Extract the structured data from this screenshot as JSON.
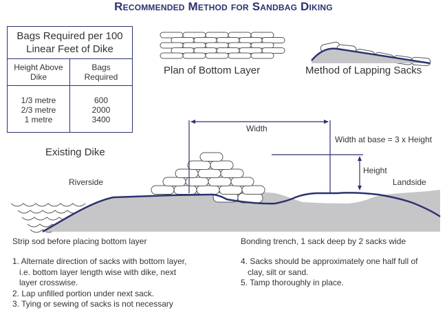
{
  "title": "Recommended Method for Sandbag Diking",
  "table": {
    "caption_line1": "Bags Required per 100",
    "caption_line2": "Linear Feet of Dike",
    "col1_header_line1": "Height Above",
    "col1_header_line2": "Dike",
    "col2_header_line1": "Bags",
    "col2_header_line2": "Required",
    "rows": [
      {
        "height": "1/3 metre",
        "bags": "600"
      },
      {
        "height": "2/3 metre",
        "bags": "2000"
      },
      {
        "height": "1 metre",
        "bags": "3400"
      }
    ]
  },
  "labels": {
    "plan": "Plan of Bottom Layer",
    "lapping": "Method of Lapping Sacks",
    "width": "Width",
    "width_rule": "Width at base = 3 x Height",
    "existing_dike": "Existing Dike",
    "height": "Height",
    "riverside": "Riverside",
    "landside": "Landside"
  },
  "notes": {
    "left_heading": "Strip sod before placing bottom layer",
    "left_items": [
      "1. Alternate direction of sacks with bottom layer,",
      "   i.e. bottom layer length wise with dike, next",
      "   layer crosswise.",
      "2. Lap unfilled portion under next sack.",
      "3. Tying or sewing of sacks is not necessary"
    ],
    "right_heading": "Bonding trench, 1 sack deep by 2 sacks wide",
    "right_items": [
      "4. Sacks should be approximately one half full of",
      "   clay, silt or sand.",
      "5. Tamp thoroughly in place."
    ]
  },
  "colors": {
    "line": "#2b3170",
    "ground": "#c6c6c8"
  }
}
